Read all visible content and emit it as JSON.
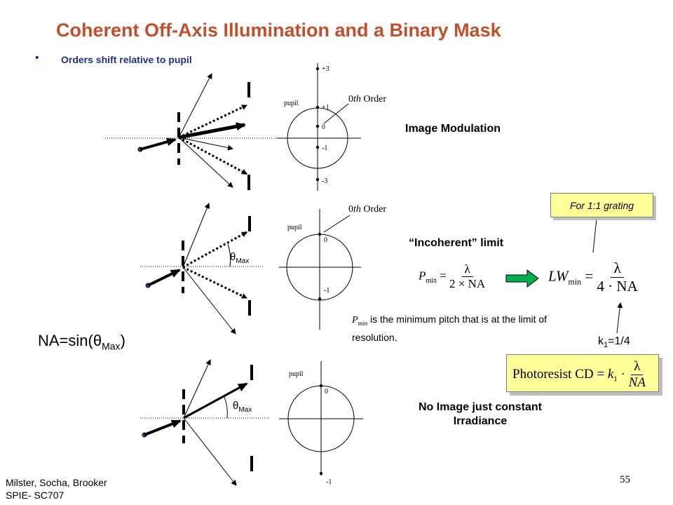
{
  "slide": {
    "title": "Coherent Off-Axis Illumination and a Binary Mask",
    "bullet": "Orders shift relative to pupil",
    "page_number": "55",
    "footer": [
      "Milster, Socha, Brooker",
      "SPIE- SC707"
    ]
  },
  "panel1": {
    "pupil_label": "pupil",
    "order_label": "0th Order",
    "ticks": [
      "+3",
      "+1",
      "0",
      "-1",
      "-3"
    ],
    "heading": "Image Modulation"
  },
  "panel2": {
    "pupil_label": "pupil",
    "order_label": "0th Order",
    "ticks": [
      "0",
      "-1"
    ],
    "heading": "“Incoherent” limit",
    "theta": "θ",
    "theta_sub": "Max"
  },
  "panel3": {
    "pupil_label": "pupil",
    "ticks": [
      "0",
      "-1"
    ],
    "heading": "No Image just constant Irradiance",
    "theta": "θ",
    "theta_sub": "Max"
  },
  "equations": {
    "pmin_lhs": "P",
    "pmin_sub": "min",
    "pmin_num": "λ",
    "pmin_den": "2 × NA",
    "lw_lhs": "LW",
    "lw_sub": "min",
    "lw_num": "λ",
    "lw_den": "4 · NA",
    "grating_note": "For 1:1 grating",
    "pmin_note": "is the minimum pitch that is at the limit of resolution.",
    "na_formula_prefix": "NA=sin(",
    "na_theta": "θ",
    "na_sub": "Max",
    "na_suffix": ")",
    "k1_label": "k",
    "k1_sub": "1",
    "k1_value": "=1/4",
    "cd_lhs": "Photoresist CD = ",
    "cd_k": "k",
    "cd_k_sub": "1",
    "cd_num": "λ",
    "cd_den": "NA"
  },
  "colors": {
    "title": "#c0502c",
    "bullet": "#1f2f8f",
    "highlight_box": "#ffff99",
    "arrow_fill": "#00b050",
    "source_dot": "#2f4fbf"
  }
}
